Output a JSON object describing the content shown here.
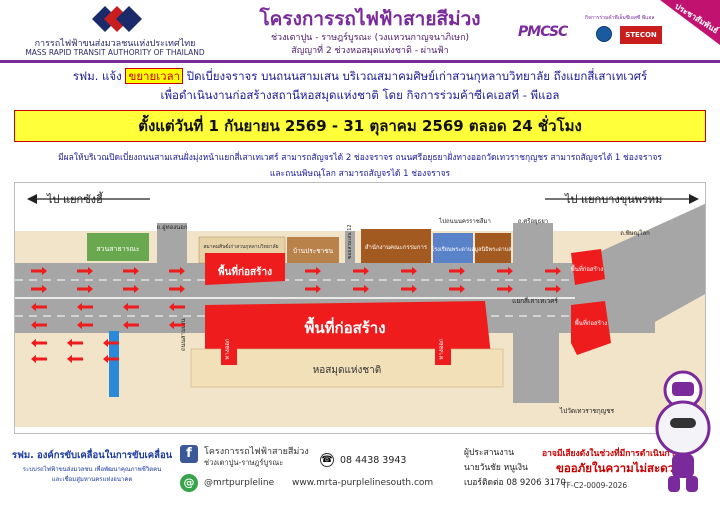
{
  "header": {
    "org_th": "การรถไฟฟ้าขนส่งมวลชนแห่งประเทศไทย",
    "org_en": "MASS RAPID TRANSIT AUTHORITY OF THAILAND",
    "project_title": "โครงการรถไฟฟ้าสายสีม่วง",
    "project_sub1": "ช่วงเตาปูน - ราษฎร์บูรณะ (วงแหวนกาญจนาภิเษก)",
    "project_sub2": "สัญญาที่ 2 ช่วงหอสมุดแห่งชาติ - ผ่านฟ้า",
    "pmcsc": "PMCSC",
    "pmcsc_sub": "กิจการร่วมค้าพีเอ็มซีเอสซี พีแอล",
    "stecon": "STECON",
    "ribbon": "ประชาสัมพันธ์"
  },
  "notice": {
    "pre": "รฟม. แจ้ง ",
    "highlight": "ขยายเวลา",
    "post": " ปิดเบี่ยงจราจร บนถนนสามเสน บริเวณสมาคมศิษย์เก่าสวนกุหลาบวิทยาลัย ถึงแยกสี่เสาเทเวศร์",
    "line2": "เพื่อดำเนินงานก่อสร้างสถานีหอสมุดแห่งชาติ โดย กิจการร่วมค้าซีเคเอสที - พีแอล",
    "date_range": "ตั้งแต่วันที่ 1 กันยายน 2569 - 31 ตุลาคม 2569 ตลอด 24 ชั่วโมง",
    "info1": "มีผลให้บริเวณปิดเบี่ยงถนนสามเสนฝั่งมุ่งหน้าแยกสี่เสาเทเวศร์ สามารถสัญจรได้ 2 ช่องจราจร ถนนศรีอยุธยาฝั่งทางออกวัดเทวราชกุญชร สามารถสัญจรได้ 1 ช่องจราจร",
    "info2": "และถนนพิษณุโลก สามารถสัญจรได้ 1 ช่องจราจร"
  },
  "map": {
    "left_dir": "ไป  แยกซังฮี้",
    "right_dir": "ไป  แยกบางขุนพรหม",
    "labels": {
      "park": "สวนสาธารณะ",
      "soi_upper": "ถ.อู่ทองนอก",
      "alumni": "สมาคมศิษย์เก่าสวนกุหลาบวิทยาลัย",
      "house": "บ้านประชาชน",
      "soi12": "ซอยสามเสน 12",
      "office": "สำนักงานคณะกรรมการ",
      "school": "โรงเรียนพระดาบส",
      "foundation": "มูลนิธิพระดาบส",
      "to_dusit": "ไปถนนนครราชสีมา",
      "sri_ayutthaya": "ถ.ศรีอยุธยา",
      "phitsanulok": "ถ.พิษณุโลก",
      "sisao": "แยกสี่เสาเทเวศร์",
      "construction_big": "พื้นที่ก่อสร้าง",
      "construction_small": "พื้นที่ก่อสร้าง",
      "construction_right1": "พื้นที่ก่อสร้าง",
      "construction_right2": "พื้นที่ก่อสร้าง",
      "samsen_road": "ถนนสามเสน",
      "library": "หอสมุดแห่งชาติ",
      "exit_a": "ทางออก",
      "exit_b": "ทางออก",
      "to_wat": "ไปวัดเทวราชกุญชร"
    }
  },
  "footer": {
    "org": "รฟม. องค์กรขับเคลื่อนในการขับเคลื่อน",
    "org_sub1": "ระบบรถไฟฟ้าขนส่งมวลชน เพื่อพัฒนาคุณภาพชีวิตคน",
    "org_sub2": "และเชื่อมสู่มหานครแห่งอนาคต",
    "fb_name": "โครงการรถไฟฟ้าสายสีม่วง",
    "fb_sub": "ช่วงเตาปูน-ราษฎร์บูรณะ",
    "phone": "08 4438 3943",
    "line_id": "@mrtpurpleline",
    "website": "www.mrta-purplelinesouth.com",
    "officer_label": "ผู้ประสานงาน",
    "officer_name": "นายวันชัย  หนูเงิน",
    "officer_phone": "เบอร์ติดต่อ  08 9206 3170",
    "apology1": "อาจมีเสียงดังในช่วงที่มีการดำเนินการ",
    "apology2": "ขออภัยในความไม่สะดวก",
    "code": "TF-C2-0009-2026"
  },
  "colors": {
    "purple": "#7a2a9a",
    "red_zone": "#ee1c1c",
    "road": "#a6a6a6",
    "yellow": "#ffff3a"
  }
}
